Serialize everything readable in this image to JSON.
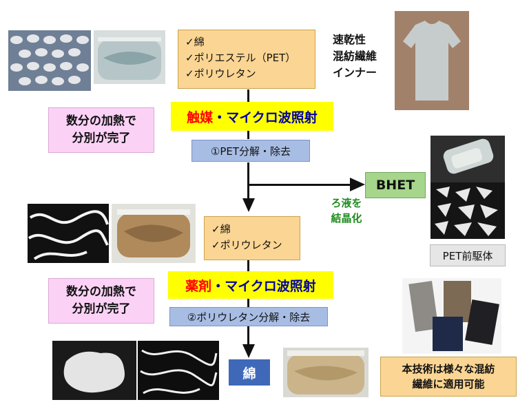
{
  "fiber_list_1": [
    "✓綿",
    "✓ポリエステル（PET）",
    "✓ポリウレタン"
  ],
  "product_label": [
    "速乾性",
    "混紡繊維",
    "インナー"
  ],
  "step1": {
    "note": [
      "数分の加熱で",
      "分別が完了"
    ],
    "process_red": "触媒",
    "process_blue": "・マイクロ波照射",
    "result": "①PET分解・除去"
  },
  "bhet": {
    "label": "BHET",
    "side_note": [
      "ろ液を",
      "結晶化"
    ],
    "precursor_label": "PET前駆体"
  },
  "fiber_list_2": [
    "✓綿",
    "✓ポリウレタン"
  ],
  "step2": {
    "note": [
      "数分の加熱で",
      "分別が完了"
    ],
    "process_red": "薬剤",
    "process_blue": "・マイクロ波照射",
    "result": "②ポリウレタン分解・除去"
  },
  "final_product": "綿",
  "applicability_note": [
    "本技術は様々な混紡",
    "繊維に適用可能"
  ],
  "colors": {
    "orange_box": "#fbd593",
    "pink_box": "#fbd2f6",
    "blue_box": "#a8bde4",
    "yellow_box": "#ffff00",
    "green_box": "#a6d58c",
    "navy_box": "#3f69b8",
    "red_text": "#ff0000",
    "process_text": "#0000a0",
    "note_green": "#1e8c1e"
  }
}
